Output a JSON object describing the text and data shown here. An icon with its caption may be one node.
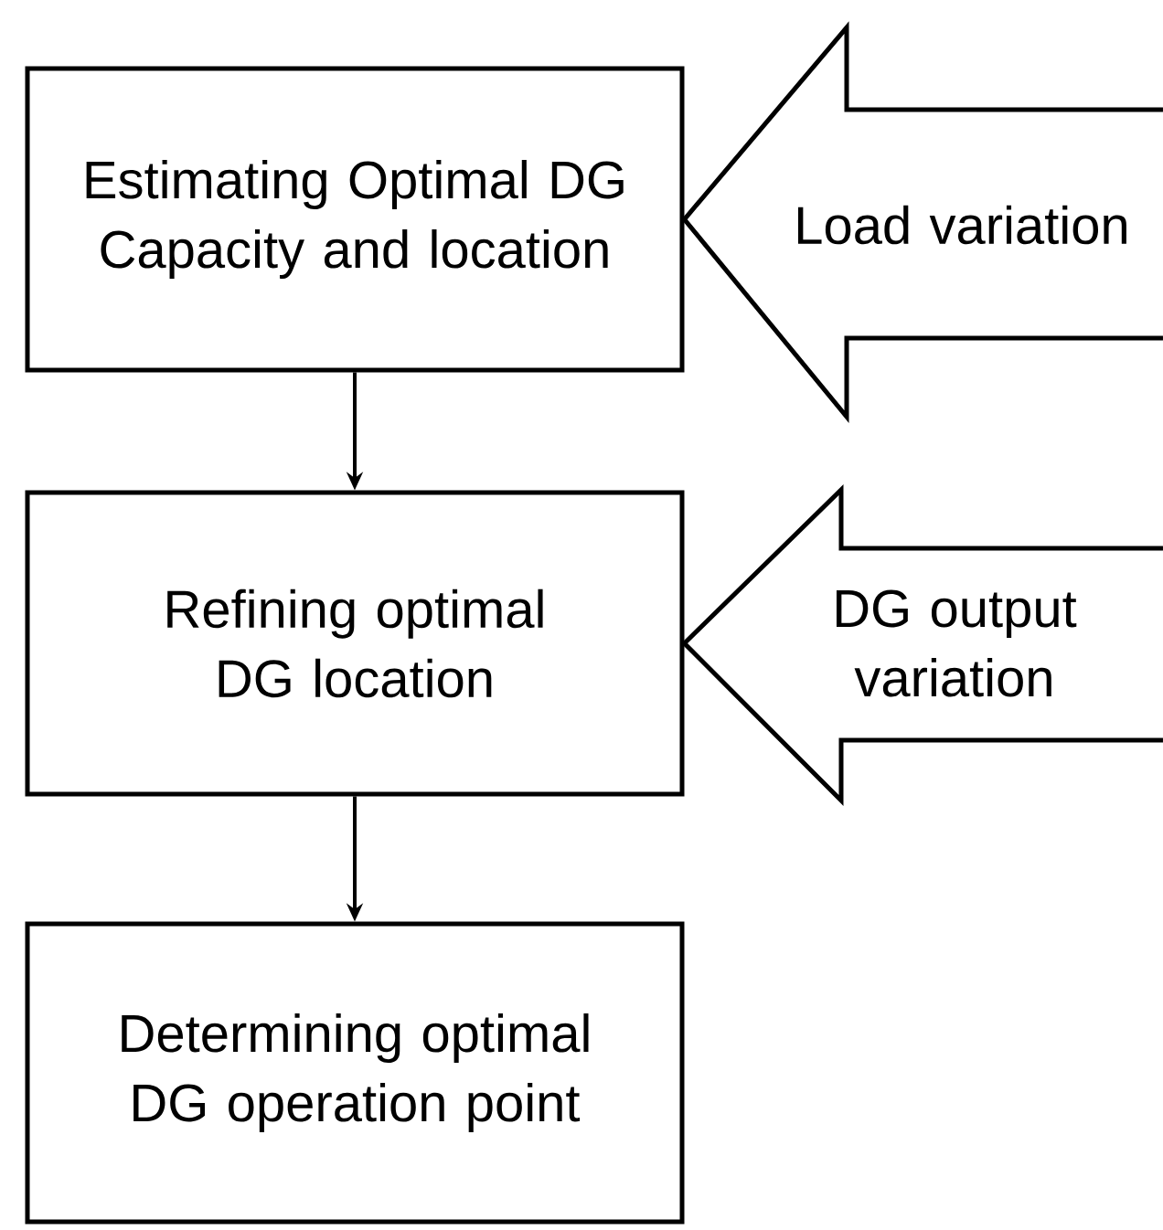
{
  "diagram": {
    "nodes": [
      {
        "text": [
          "Estimating Optimal DG Capacity and location"
        ]
      },
      {
        "text": [
          "Refining optimal DG location"
        ]
      },
      {
        "text": [
          "Determining optimal DG operation point"
        ]
      }
    ],
    "edges": [
      {
        "from": 0,
        "to": 1,
        "arrow": "to"
      },
      {
        "from": 1,
        "to": 2,
        "arrow": "to"
      },
      {
        "from": null,
        "to": 0,
        "arrow": "to",
        "label": "Load variation"
      },
      {
        "from": null,
        "to": 1,
        "arrow": "to",
        "label": "DG output variation"
      }
    ]
  }
}
